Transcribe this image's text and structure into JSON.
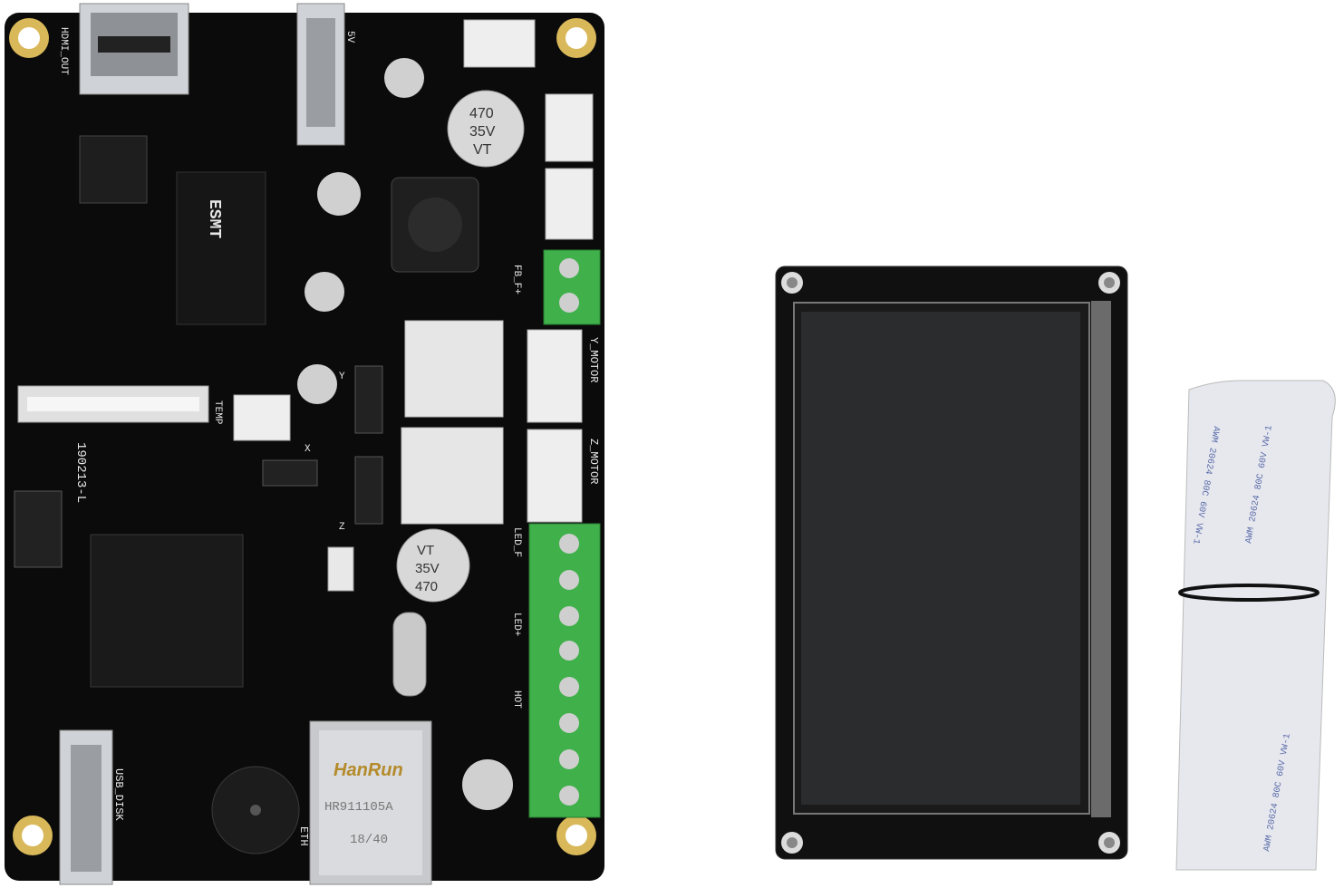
{
  "board": {
    "labels": {
      "hdmi_out": "HDMI_OUT",
      "five_v": "5V",
      "temp": "TEMP",
      "pcb_code": "190213-L",
      "y_motor": "Y_MOTOR",
      "z_motor": "Z_MOTOR",
      "led_f": "LED_F",
      "led": "LED+",
      "hot": "HOT",
      "usb_disk": "USB_DISK",
      "eth": "ETH",
      "x": "X",
      "y": "Y",
      "z": "Z",
      "fb": "FB_F+",
      "ram_chip": "ESMT"
    },
    "capacitor_top": {
      "line1": "470",
      "line2": "35V",
      "line3": "VT"
    },
    "capacitor_bottom": {
      "line1": "470",
      "line2": "35V",
      "line3": "VT"
    },
    "ethernet_jack": {
      "brand": "HanRun",
      "model": "HR911105A",
      "date": "18/40"
    }
  },
  "cable": {
    "print_text": "AWM 20624 80C 60V VW-1"
  },
  "colors": {
    "pcb": "#0b0b0b",
    "terminal_green": "#3fb04a",
    "gold_pad": "#d9b85a",
    "screen": "#2b2c2e",
    "cable": "#e6e8ee"
  }
}
